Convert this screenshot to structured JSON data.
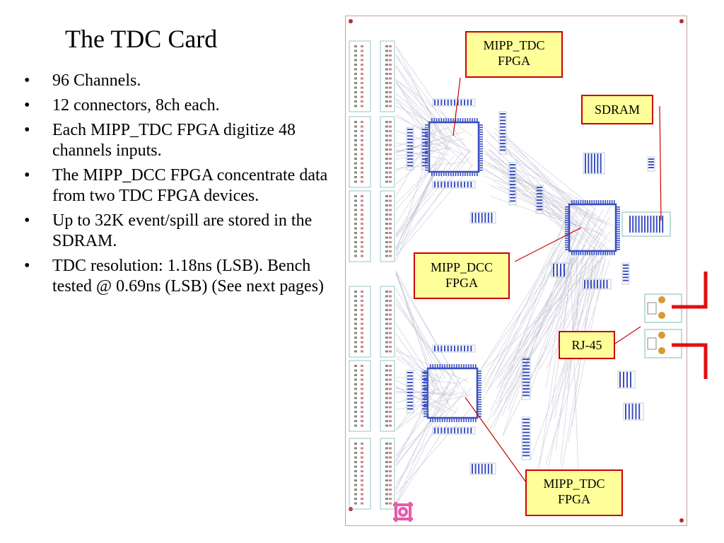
{
  "slide": {
    "title": "The TDC Card",
    "bullets": [
      "96 Channels.",
      "12 connectors, 8ch each.",
      "Each MIPP_TDC FPGA digitize 48 channels inputs.",
      "The MIPP_DCC FPGA concentrate data from two TDC FPGA devices.",
      "Up to 32K event/spill are stored in the SDRAM.",
      "TDC resolution: 1.18ns (LSB). Bench tested @ 0.69ns (LSB) (See next pages)"
    ],
    "bullet_glyph": "•"
  },
  "callouts": {
    "tdc_top": [
      "MIPP_TDC",
      "FPGA"
    ],
    "sdram": "SDRAM",
    "dcc": [
      "MIPP_DCC",
      "FPGA"
    ],
    "rj45": "RJ-45",
    "tdc_bottom": [
      "MIPP_TDC",
      "FPGA"
    ]
  },
  "colors": {
    "callout_fill": "#ffff99",
    "callout_border": "#cc0000",
    "pcb_component": "#3a4fbf",
    "pcb_trace": "#c8c8d8",
    "pcb_connector": "#7fb8b8",
    "fermilab_logo": "#e85aa8",
    "rj45_marker": "#e01010"
  }
}
